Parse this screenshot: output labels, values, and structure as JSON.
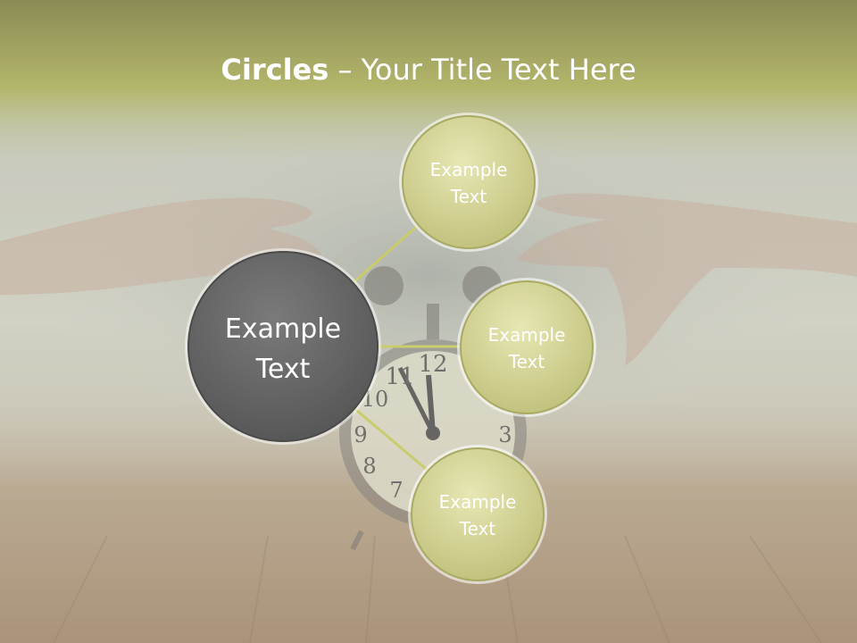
{
  "title": {
    "bold": "Circles",
    "rest": " – Your Title Text Here"
  },
  "colors": {
    "accent": "#b4b66a",
    "circle_fill": "#d9d99a",
    "center_fill": "#6a6a6a",
    "connector": "#c9cc6a"
  },
  "circles": {
    "center": {
      "line1": "Example",
      "line2": "Text"
    },
    "top": {
      "line1": "Example",
      "line2": "Text"
    },
    "right": {
      "line1": "Example",
      "line2": "Text"
    },
    "bottom": {
      "line1": "Example",
      "line2": "Text"
    }
  }
}
